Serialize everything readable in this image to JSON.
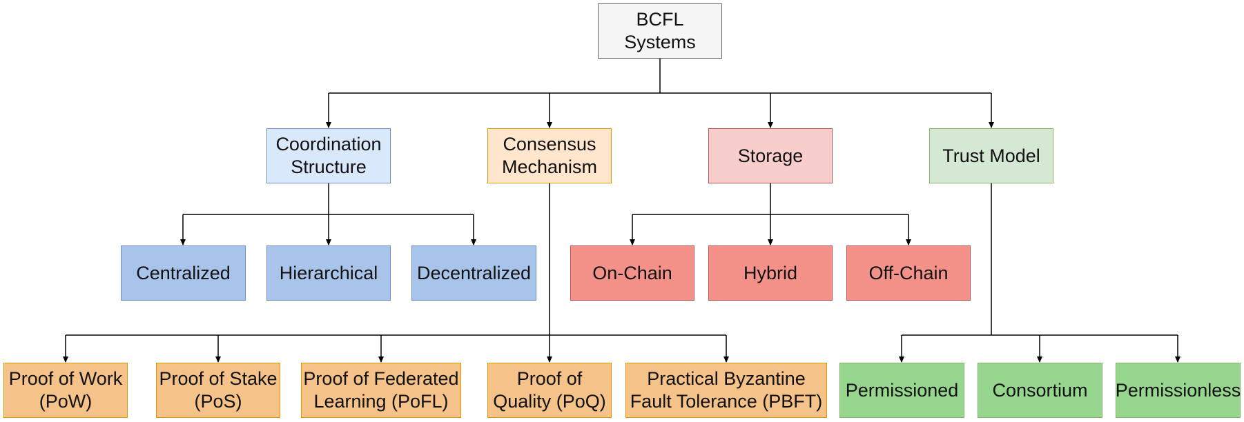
{
  "root": {
    "label": "BCFL\nSystems"
  },
  "categories": {
    "coordination": {
      "label": "Coordination\nStructure",
      "children": [
        "Centralized",
        "Hierarchical",
        "Decentralized"
      ]
    },
    "consensus": {
      "label": "Consensus\nMechanism",
      "children": [
        "Proof of Work\n(PoW)",
        "Proof of Stake\n(PoS)",
        "Proof of Federated\nLearning (PoFL)",
        "Proof of\nQuality (PoQ)",
        "Practical Byzantine\nFault Tolerance (PBFT)"
      ]
    },
    "storage": {
      "label": "Storage",
      "children": [
        "On-Chain",
        "Hybrid",
        "Off-Chain"
      ]
    },
    "trust": {
      "label": "Trust Model",
      "children": [
        "Permissioned",
        "Consortium",
        "Permissionless"
      ]
    }
  },
  "colors": {
    "root_fill": "#f5f5f5",
    "coordination_fill": "#dae8fc",
    "coordination_child_fill": "#a9c4eb",
    "consensus_fill": "#ffe6cc",
    "consensus_child_fill": "#f5c28a",
    "storage_fill": "#f8cecc",
    "storage_child_fill": "#f4928a",
    "trust_fill": "#d5e8d4",
    "trust_child_fill": "#97d68f",
    "connector": "#000000"
  }
}
